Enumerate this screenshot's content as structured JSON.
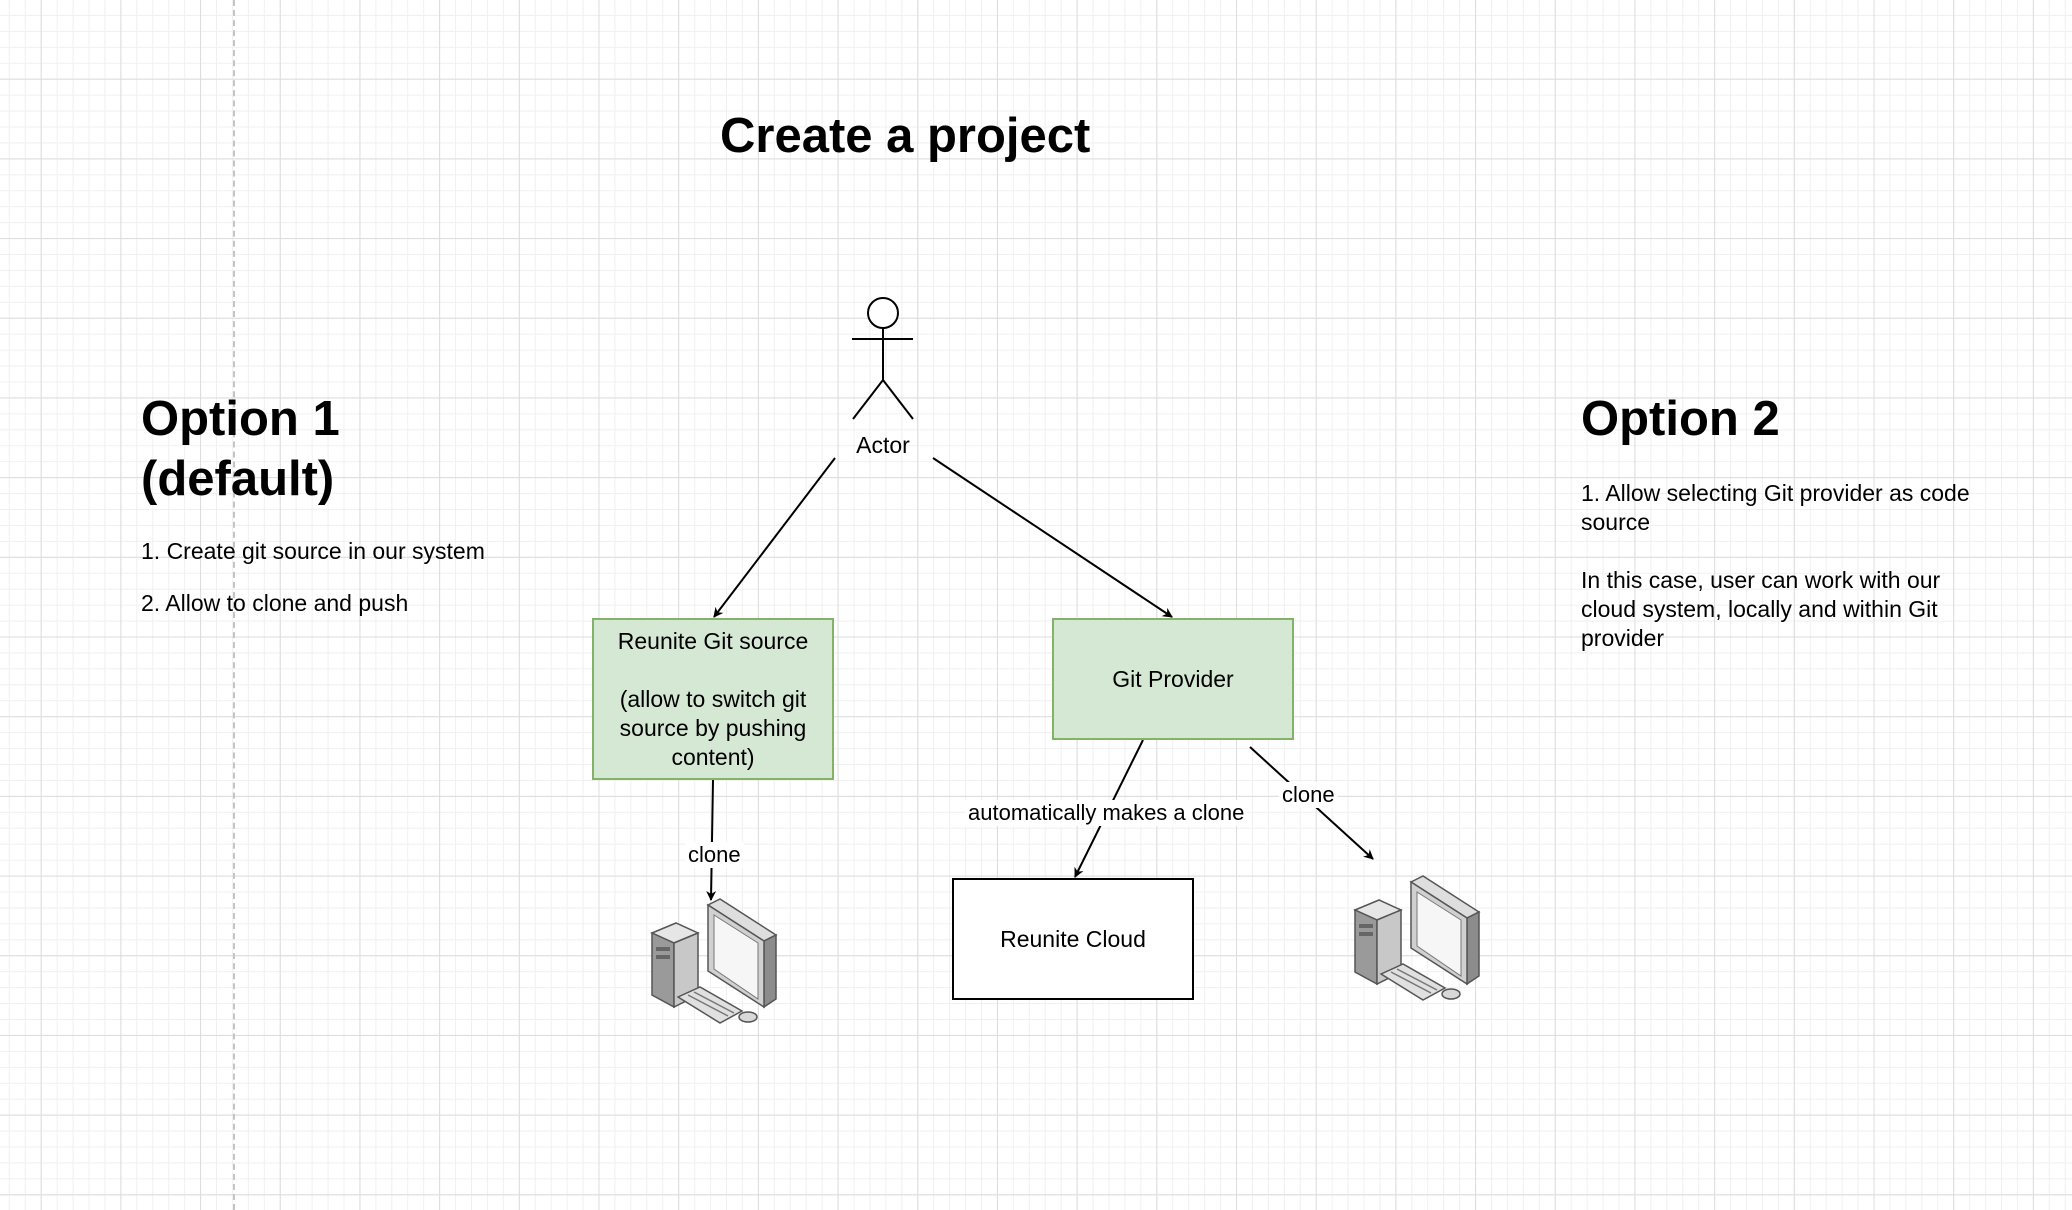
{
  "title": "Create a project",
  "option1": {
    "heading_line1": "Option 1",
    "heading_line2": "(default)",
    "item1": "1. Create git source in our system",
    "item2": "2. Allow to clone and push"
  },
  "option2": {
    "heading": "Option 2",
    "paragraph1": "1. Allow selecting Git provider as code source",
    "paragraph2": "In this case, user can work with our cloud system, locally and within Git provider"
  },
  "actor": {
    "label": "Actor"
  },
  "nodes": {
    "git_source_title": "Reunite Git source",
    "git_source_note": "(allow to switch git source by pushing content)",
    "git_provider": "Git Provider",
    "reunite_cloud": "Reunite Cloud"
  },
  "edges": {
    "clone_from_git_source": "clone",
    "auto_clone": "automatically makes a clone",
    "clone_from_provider": "clone"
  },
  "icons": {
    "actor": "stick-figure-icon",
    "computer": "desktop-computer-icon",
    "arrow": "arrowhead-icon"
  },
  "colors": {
    "node_fill": "#d5e8d4",
    "node_border": "#82b366",
    "grid_line": "#dcdcdc"
  }
}
